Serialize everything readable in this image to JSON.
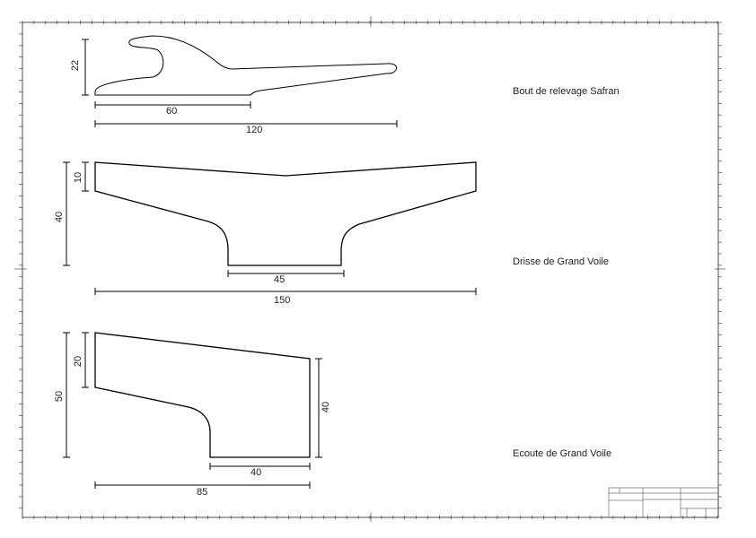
{
  "parts": [
    {
      "name": "Bout de relevage Safran",
      "dims": {
        "height": "22",
        "partial_width": "60",
        "width": "120"
      }
    },
    {
      "name": "Drisse de Grand Voile",
      "dims": {
        "top_thickness": "10",
        "height": "40",
        "base_width": "45",
        "width": "150"
      }
    },
    {
      "name": "Ecoute de Grand Voile",
      "dims": {
        "left_thickness": "20",
        "height": "50",
        "right_height": "40",
        "base_width": "40",
        "width": "85"
      }
    }
  ],
  "colors": {
    "line": "#000000",
    "border": "#222222",
    "background": "#ffffff"
  }
}
